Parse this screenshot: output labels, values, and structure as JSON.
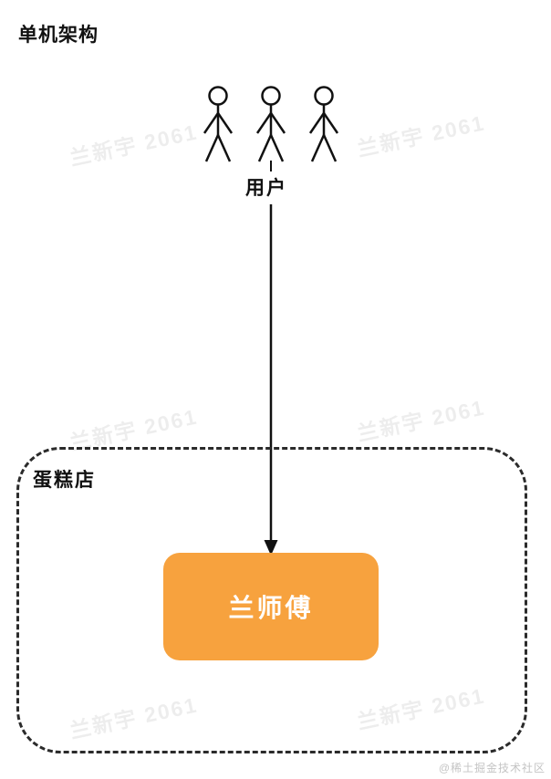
{
  "title": "单机架构",
  "users": {
    "label": "用户"
  },
  "cake_shop": {
    "label": "蛋糕店"
  },
  "server_box": {
    "label": "兰师傅",
    "color": "#F7A23E"
  },
  "watermark": {
    "text": "兰新宇 2061"
  },
  "credit": "@稀土掘金技术社区"
}
